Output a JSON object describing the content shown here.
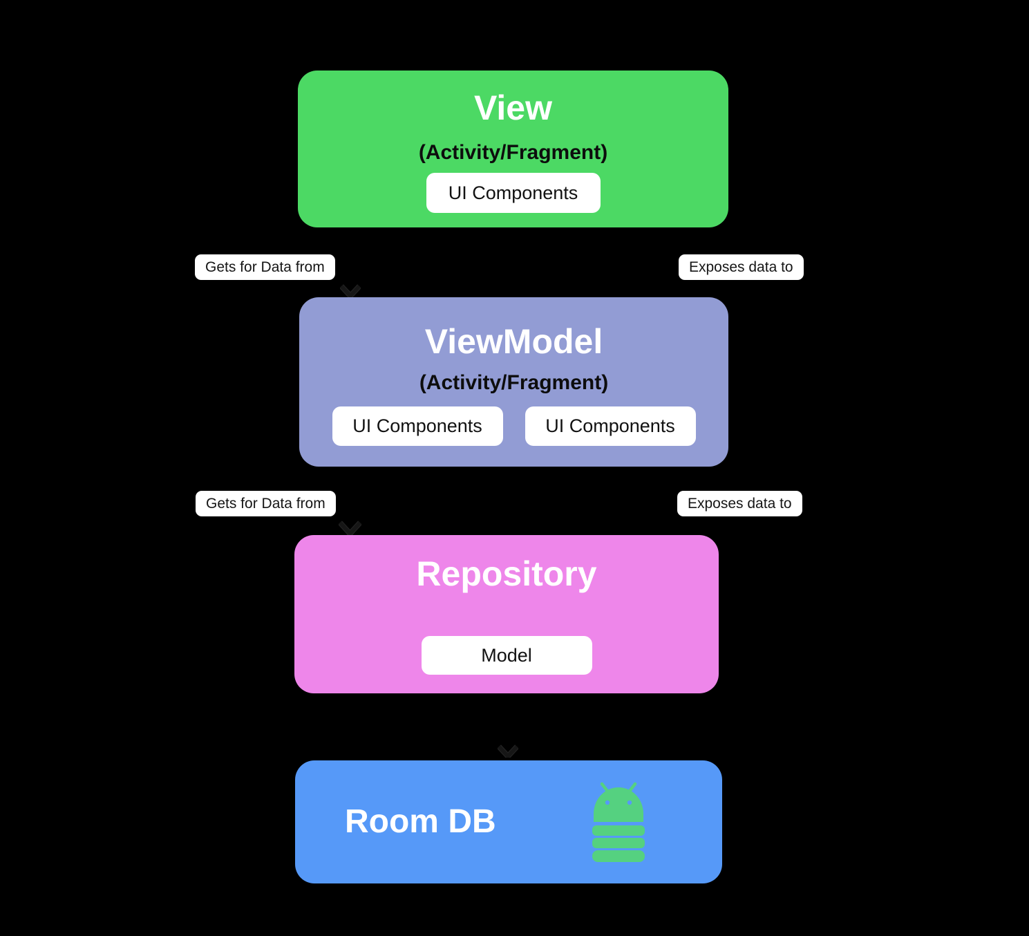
{
  "diagram": {
    "view": {
      "title": "View",
      "subtitle": "(Activity/Fragment)",
      "pill": "UI Components"
    },
    "viewmodel": {
      "title": "ViewModel",
      "subtitle": "(Activity/Fragment)",
      "pill_left": "UI Components",
      "pill_right": "UI Components"
    },
    "repository": {
      "title": "Repository",
      "pill": "Model"
    },
    "roomdb": {
      "title": "Room DB",
      "icon": "android-database-icon"
    }
  },
  "edge_labels": {
    "view_to_viewmodel_left": "Gets for Data from",
    "view_to_viewmodel_right": "Exposes data to",
    "viewmodel_to_repository_left": "Gets for Data from",
    "viewmodel_to_repository_right": "Exposes data to"
  },
  "arrows": {
    "glyph": "chevron-down",
    "count": 3
  },
  "colors": {
    "background": "#000000",
    "view-green": "#4CD964",
    "viewmodel-purple": "#929CD4",
    "repository-pink": "#EE86EA",
    "roomdb-blue": "#5699F8",
    "android-green": "#55D180",
    "arrow-dark": "#161616"
  }
}
